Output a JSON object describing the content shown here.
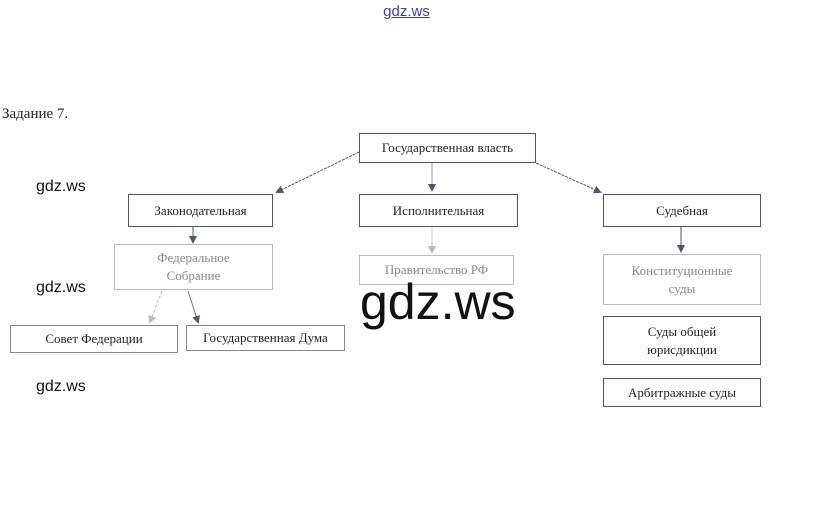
{
  "header_link": "gdz.ws",
  "task_title": "Задание 7.",
  "watermarks": [
    "gdz.ws",
    "gdz.ws",
    "gdz.ws",
    "gdz.ws"
  ],
  "diagram": {
    "root": "Государственная власть",
    "branches": {
      "legislative": "Законодательная",
      "executive": "Исполнительная",
      "judicial": "Судебная"
    },
    "legislative_body": "Федеральное Собрание",
    "legislative_chambers": [
      "Совет Федерации",
      "Государственная Дума"
    ],
    "executive_body": "Правительство РФ",
    "courts": [
      "Конституционные суды",
      "Суды общей юрисдикции",
      "Арбитражные суды"
    ]
  }
}
